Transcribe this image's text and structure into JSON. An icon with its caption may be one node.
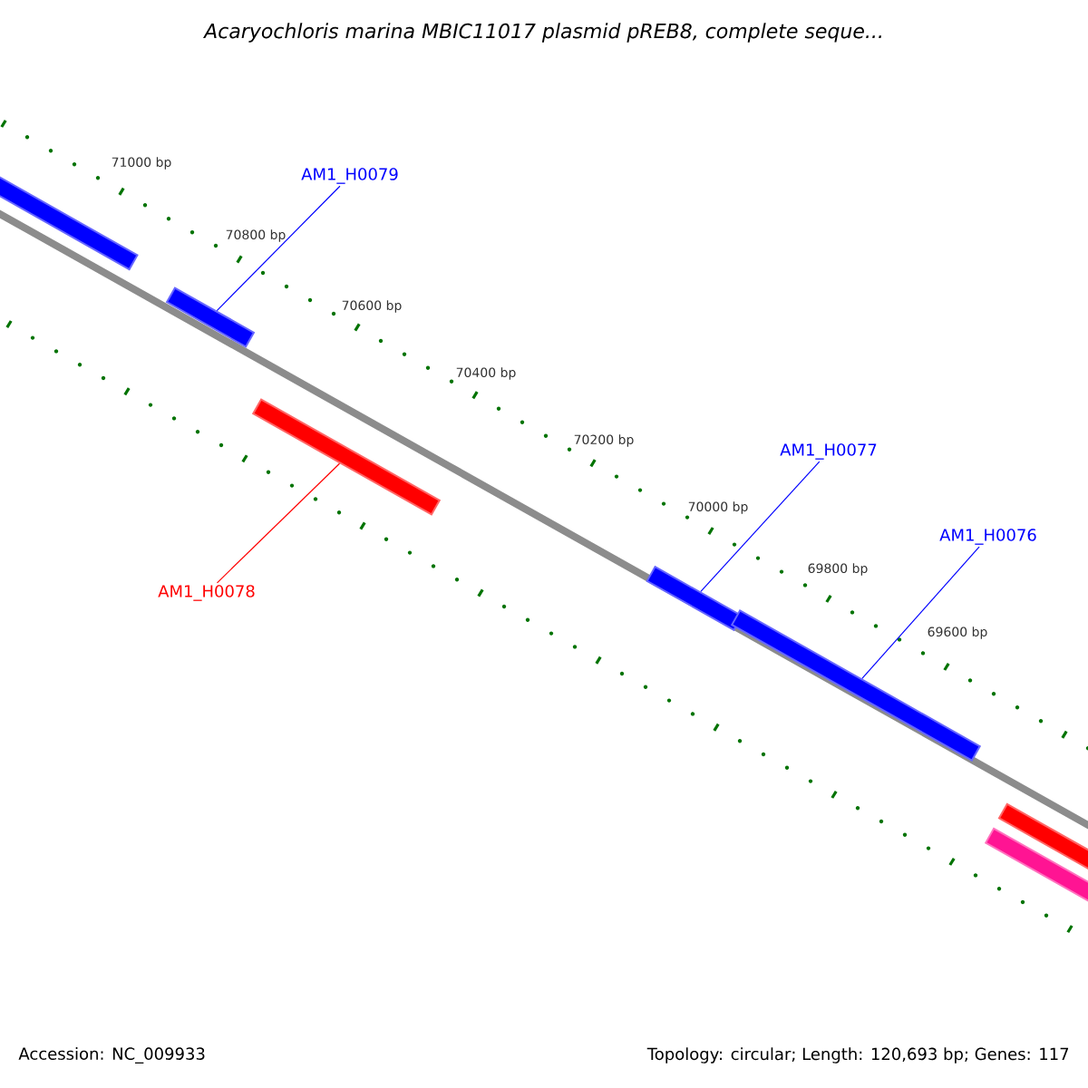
{
  "diagram": {
    "title": "Acaryochloris marina MBIC11017 plasmid pREB8, complete seque...",
    "nodes": [
      {
        "text": [
          "AM1_H0079"
        ]
      },
      {
        "text": [
          "AM1_H0078"
        ]
      },
      {
        "text": [
          "AM1_H0077"
        ]
      },
      {
        "text": [
          "AM1_H0076"
        ]
      },
      {
        "text": [],
        "shape": "bar"
      },
      {
        "text": [],
        "shape": "bar"
      },
      {
        "text": [],
        "shape": "bar"
      },
      {
        "text": [],
        "shape": "bar"
      },
      {
        "text": [],
        "shape": "bar"
      },
      {
        "text": [],
        "shape": "bar"
      },
      {
        "text": [],
        "shape": "bar"
      }
    ],
    "edges": [
      {
        "from": 0,
        "to": 5,
        "arrow": "none"
      },
      {
        "from": 1,
        "to": 6,
        "arrow": "none",
        "color": "#ff0000"
      },
      {
        "from": 2,
        "to": 7,
        "arrow": "none"
      },
      {
        "from": 3,
        "to": 8,
        "arrow": "none"
      }
    ],
    "labels": [
      "71000 bp",
      "70800 bp",
      "70600 bp",
      "70400 bp",
      "70200 bp",
      "70000 bp",
      "69800 bp",
      "69600 bp",
      "Accession: NC_009933",
      "Topology: circular; Length: 120,693 bp; Genes: 117"
    ]
  }
}
